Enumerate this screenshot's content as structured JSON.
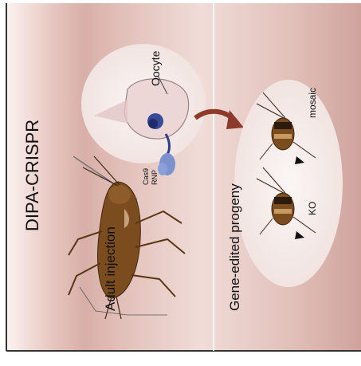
{
  "figure": {
    "title": "DIPA-CRISPR",
    "panels": {
      "left": {
        "label": "Adult injection",
        "oocyte_label": "Oocyte",
        "rnp_label_line1": "Cas9",
        "rnp_label_line2": "RNP"
      },
      "right": {
        "label": "Gene-edited progeny",
        "progeny_top_label": "mosaic",
        "progeny_bottom_label": "KO"
      }
    },
    "colors": {
      "background_band": "#d9b1aa",
      "background_light": "#f3e3df",
      "oval_fill": "#f5ecea",
      "arrow": "#8e3a2a",
      "roach_body": "#7b4d1e",
      "roach_dark": "#3f2510",
      "rnp_blue": "#6d86c8",
      "nucleus_blue": "#2e3c8a",
      "frame": "#333333"
    }
  }
}
